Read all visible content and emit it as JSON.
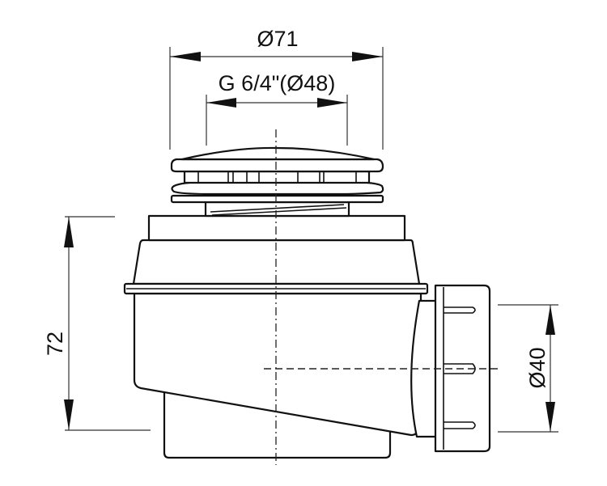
{
  "dimensions": {
    "outer_diameter": "Ø71",
    "thread": "G 6/4\"(Ø48)",
    "height": "72",
    "outlet_diameter": "Ø40"
  },
  "colors": {
    "line": "#111111",
    "background": "#ffffff"
  }
}
